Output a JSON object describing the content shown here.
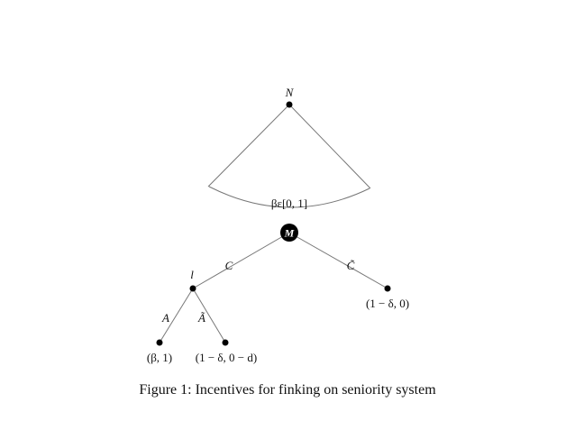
{
  "nature_label": "N",
  "chance_range": "βε[0, 1]",
  "manager_label": "M",
  "player_label": "l",
  "moves": {
    "c": "C",
    "c_tilde": "C̃",
    "a": "A",
    "a_tilde": "Ã"
  },
  "payoffs": {
    "after_c_tilde": "(1 − δ, 0)",
    "after_a": "(β, 1)",
    "after_a_tilde": "(1 − δ, 0 − d)"
  },
  "caption": "Figure 1: Incentives for finking on seniority system"
}
